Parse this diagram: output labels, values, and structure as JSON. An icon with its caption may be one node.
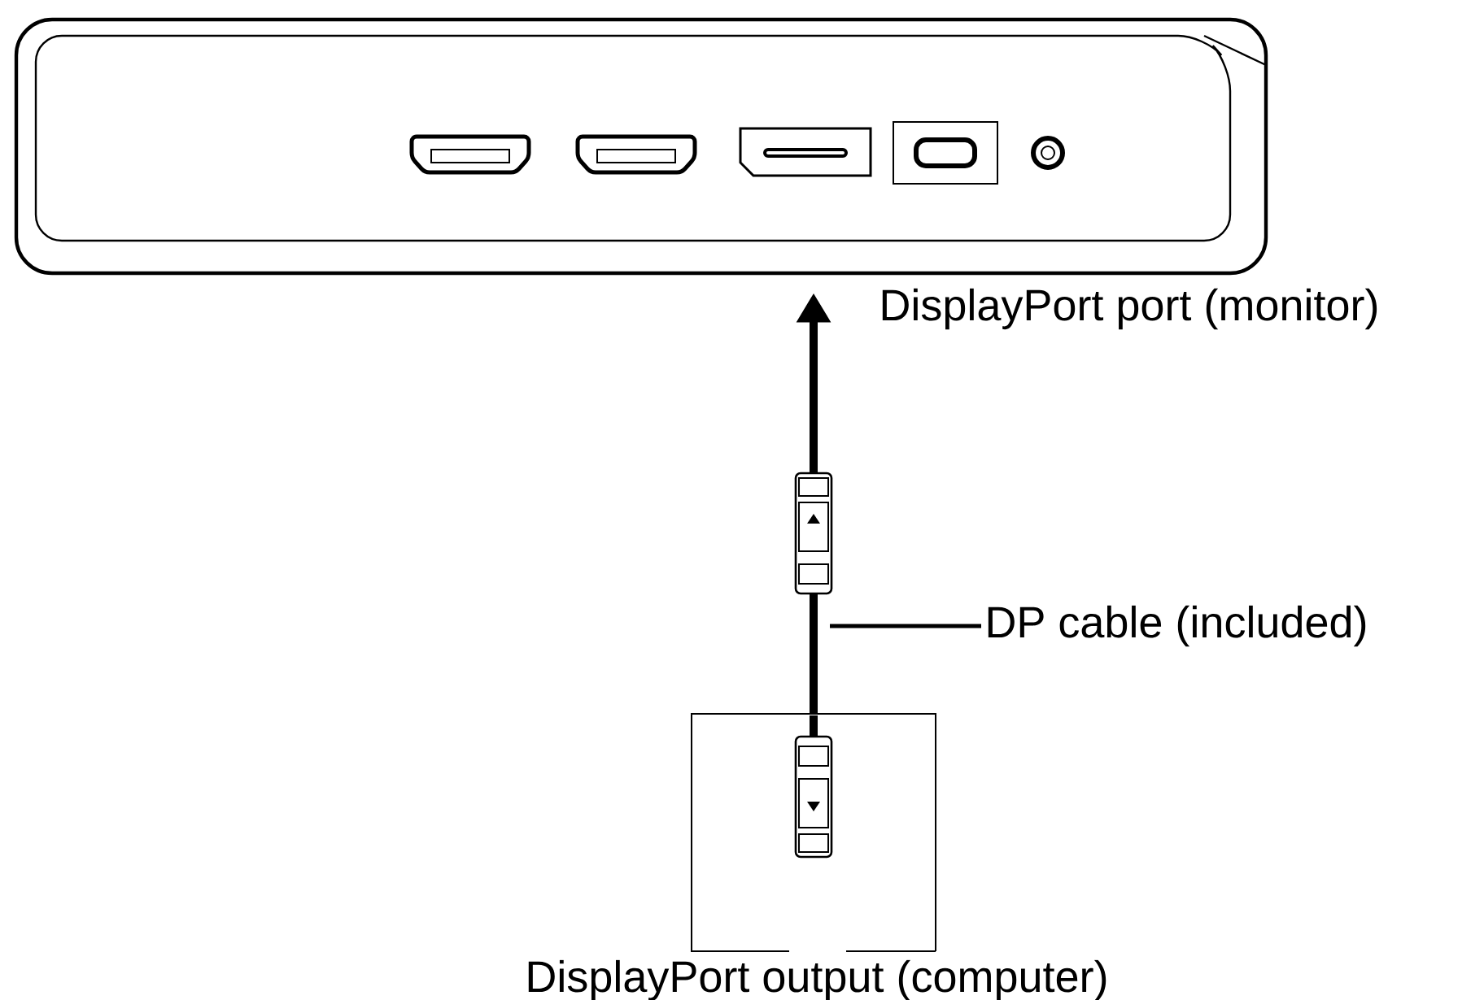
{
  "diagram": {
    "nodes": [
      {
        "text": [],
        "shape": "box"
      },
      {
        "text": [
          "DisplayPort output (computer)"
        ]
      },
      {
        "text": [
          "DP cable (included)"
        ]
      }
    ],
    "edges": [
      {
        "from": 1,
        "to": 0,
        "arrow": "to",
        "label": "DisplayPort port (monitor)",
        "style": "thick"
      },
      {
        "from": 2,
        "to": null,
        "arrow": "none"
      }
    ]
  }
}
